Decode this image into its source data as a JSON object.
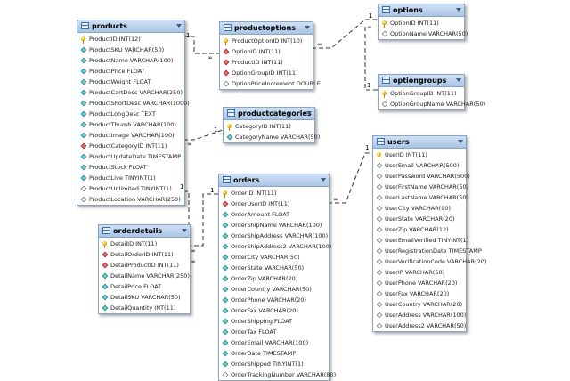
{
  "tables": [
    {
      "id": "products",
      "title": "products",
      "icon": "table-icon",
      "columns": [
        {
          "name": "ProductID INT(12)",
          "icon": "primary-key-icon"
        },
        {
          "name": "ProductSKU VARCHAR(50)",
          "icon": "column-icon"
        },
        {
          "name": "ProductName VARCHAR(100)",
          "icon": "column-icon"
        },
        {
          "name": "ProductPrice FLOAT",
          "icon": "column-icon"
        },
        {
          "name": "ProductWeight FLOAT",
          "icon": "column-icon"
        },
        {
          "name": "ProductCartDesc VARCHAR(250)",
          "icon": "column-icon"
        },
        {
          "name": "ProductShortDesc VARCHAR(1000)",
          "icon": "column-icon"
        },
        {
          "name": "ProductLongDesc TEXT",
          "icon": "column-icon"
        },
        {
          "name": "ProductThumb VARCHAR(100)",
          "icon": "column-icon"
        },
        {
          "name": "ProductImage VARCHAR(100)",
          "icon": "column-icon"
        },
        {
          "name": "ProductCategoryID INT(11)",
          "icon": "foreign-key-icon"
        },
        {
          "name": "ProductUpdateDate TIMESTAMP",
          "icon": "column-icon"
        },
        {
          "name": "ProductStock FLOAT",
          "icon": "column-icon"
        },
        {
          "name": "ProductLive TINYINT(1)",
          "icon": "column-icon"
        },
        {
          "name": "ProductUnlimited TINYINT(1)",
          "icon": "nullable-column-icon"
        },
        {
          "name": "ProductLocation VARCHAR(250)",
          "icon": "nullable-column-icon"
        }
      ]
    },
    {
      "id": "productoptions",
      "title": "productoptions",
      "icon": "table-icon",
      "columns": [
        {
          "name": "ProductOptionID INT(10)",
          "icon": "primary-key-icon"
        },
        {
          "name": "OptionID INT(11)",
          "icon": "foreign-key-icon"
        },
        {
          "name": "ProductID INT(11)",
          "icon": "foreign-key-icon"
        },
        {
          "name": "OptionGroupID INT(11)",
          "icon": "foreign-key-icon"
        },
        {
          "name": "OptionPriceIncrement DOUBLE",
          "icon": "nullable-column-icon"
        }
      ]
    },
    {
      "id": "options",
      "title": "options",
      "icon": "table-icon",
      "columns": [
        {
          "name": "OptionID INT(11)",
          "icon": "primary-key-icon"
        },
        {
          "name": "OptionName VARCHAR(50)",
          "icon": "nullable-column-icon"
        }
      ]
    },
    {
      "id": "optiongroups",
      "title": "optiongroups",
      "icon": "table-icon",
      "columns": [
        {
          "name": "OptionGroupID INT(11)",
          "icon": "primary-key-icon"
        },
        {
          "name": "OptionGroupName VARCHAR(50)",
          "icon": "nullable-column-icon"
        }
      ]
    },
    {
      "id": "productcategories",
      "title": "productcategories",
      "icon": "table-icon",
      "columns": [
        {
          "name": "CategoryID INT(11)",
          "icon": "primary-key-icon"
        },
        {
          "name": "CategoryName VARCHAR(50)",
          "icon": "column-icon"
        }
      ]
    },
    {
      "id": "orders",
      "title": "orders",
      "icon": "table-icon",
      "columns": [
        {
          "name": "OrderID INT(11)",
          "icon": "primary-key-icon"
        },
        {
          "name": "OrderUserID INT(11)",
          "icon": "foreign-key-icon"
        },
        {
          "name": "OrderAmount FLOAT",
          "icon": "column-icon"
        },
        {
          "name": "OrderShipName VARCHAR(100)",
          "icon": "column-icon"
        },
        {
          "name": "OrderShipAddress VARCHAR(100)",
          "icon": "column-icon"
        },
        {
          "name": "OrderShipAddress2 VARCHAR(100)",
          "icon": "column-icon"
        },
        {
          "name": "OrderCity VARCHAR(50)",
          "icon": "column-icon"
        },
        {
          "name": "OrderState VARCHAR(50)",
          "icon": "column-icon"
        },
        {
          "name": "OrderZip VARCHAR(20)",
          "icon": "column-icon"
        },
        {
          "name": "OrderCountry VARCHAR(50)",
          "icon": "column-icon"
        },
        {
          "name": "OrderPhone VARCHAR(20)",
          "icon": "column-icon"
        },
        {
          "name": "OrderFax VARCHAR(20)",
          "icon": "column-icon"
        },
        {
          "name": "OrderShipping FLOAT",
          "icon": "column-icon"
        },
        {
          "name": "OrderTax FLOAT",
          "icon": "column-icon"
        },
        {
          "name": "OrderEmail VARCHAR(100)",
          "icon": "column-icon"
        },
        {
          "name": "OrderDate TIMESTAMP",
          "icon": "column-icon"
        },
        {
          "name": "OrderShipped TINYINT(1)",
          "icon": "column-icon"
        },
        {
          "name": "OrderTrackingNumber VARCHAR(80)",
          "icon": "nullable-column-icon"
        }
      ]
    },
    {
      "id": "orderdetails",
      "title": "orderdetails",
      "icon": "table-icon",
      "columns": [
        {
          "name": "DetailID INT(11)",
          "icon": "primary-key-icon"
        },
        {
          "name": "DetailOrderID INT(11)",
          "icon": "foreign-key-icon"
        },
        {
          "name": "DetailProductID INT(11)",
          "icon": "foreign-key-icon"
        },
        {
          "name": "DetailName VARCHAR(250)",
          "icon": "column-icon"
        },
        {
          "name": "DetailPrice FLOAT",
          "icon": "column-icon"
        },
        {
          "name": "DetailSKU VARCHAR(50)",
          "icon": "column-icon"
        },
        {
          "name": "DetailQuantity INT(11)",
          "icon": "column-icon"
        }
      ]
    },
    {
      "id": "users",
      "title": "users",
      "icon": "table-icon",
      "columns": [
        {
          "name": "UserID INT(11)",
          "icon": "primary-key-icon"
        },
        {
          "name": "UserEmail VARCHAR(500)",
          "icon": "nullable-column-icon"
        },
        {
          "name": "UserPassword VARCHAR(500)",
          "icon": "nullable-column-icon"
        },
        {
          "name": "UserFirstName VARCHAR(50)",
          "icon": "nullable-column-icon"
        },
        {
          "name": "UserLastName VARCHAR(50)",
          "icon": "nullable-column-icon"
        },
        {
          "name": "UserCity VARCHAR(90)",
          "icon": "nullable-column-icon"
        },
        {
          "name": "UserState VARCHAR(20)",
          "icon": "nullable-column-icon"
        },
        {
          "name": "UserZip VARCHAR(12)",
          "icon": "nullable-column-icon"
        },
        {
          "name": "UserEmailVerified TINYINT(1)",
          "icon": "nullable-column-icon"
        },
        {
          "name": "UserRegistrationDate TIMESTAMP",
          "icon": "nullable-column-icon"
        },
        {
          "name": "UserVerificationCode VARCHAR(20)",
          "icon": "nullable-column-icon"
        },
        {
          "name": "UserIP VARCHAR(50)",
          "icon": "nullable-column-icon"
        },
        {
          "name": "UserPhone VARCHAR(20)",
          "icon": "nullable-column-icon"
        },
        {
          "name": "UserFax VARCHAR(20)",
          "icon": "nullable-column-icon"
        },
        {
          "name": "UserCountry VARCHAR(20)",
          "icon": "nullable-column-icon"
        },
        {
          "name": "UserAddress VARCHAR(100)",
          "icon": "nullable-column-icon"
        },
        {
          "name": "UserAddress2 VARCHAR(50)",
          "icon": "nullable-column-icon"
        }
      ]
    }
  ],
  "cardinality": {
    "one": "1",
    "many": "∞"
  },
  "colors": {
    "header": "#a9c4e4",
    "border": "#8aa4c4",
    "line": "#333333"
  }
}
